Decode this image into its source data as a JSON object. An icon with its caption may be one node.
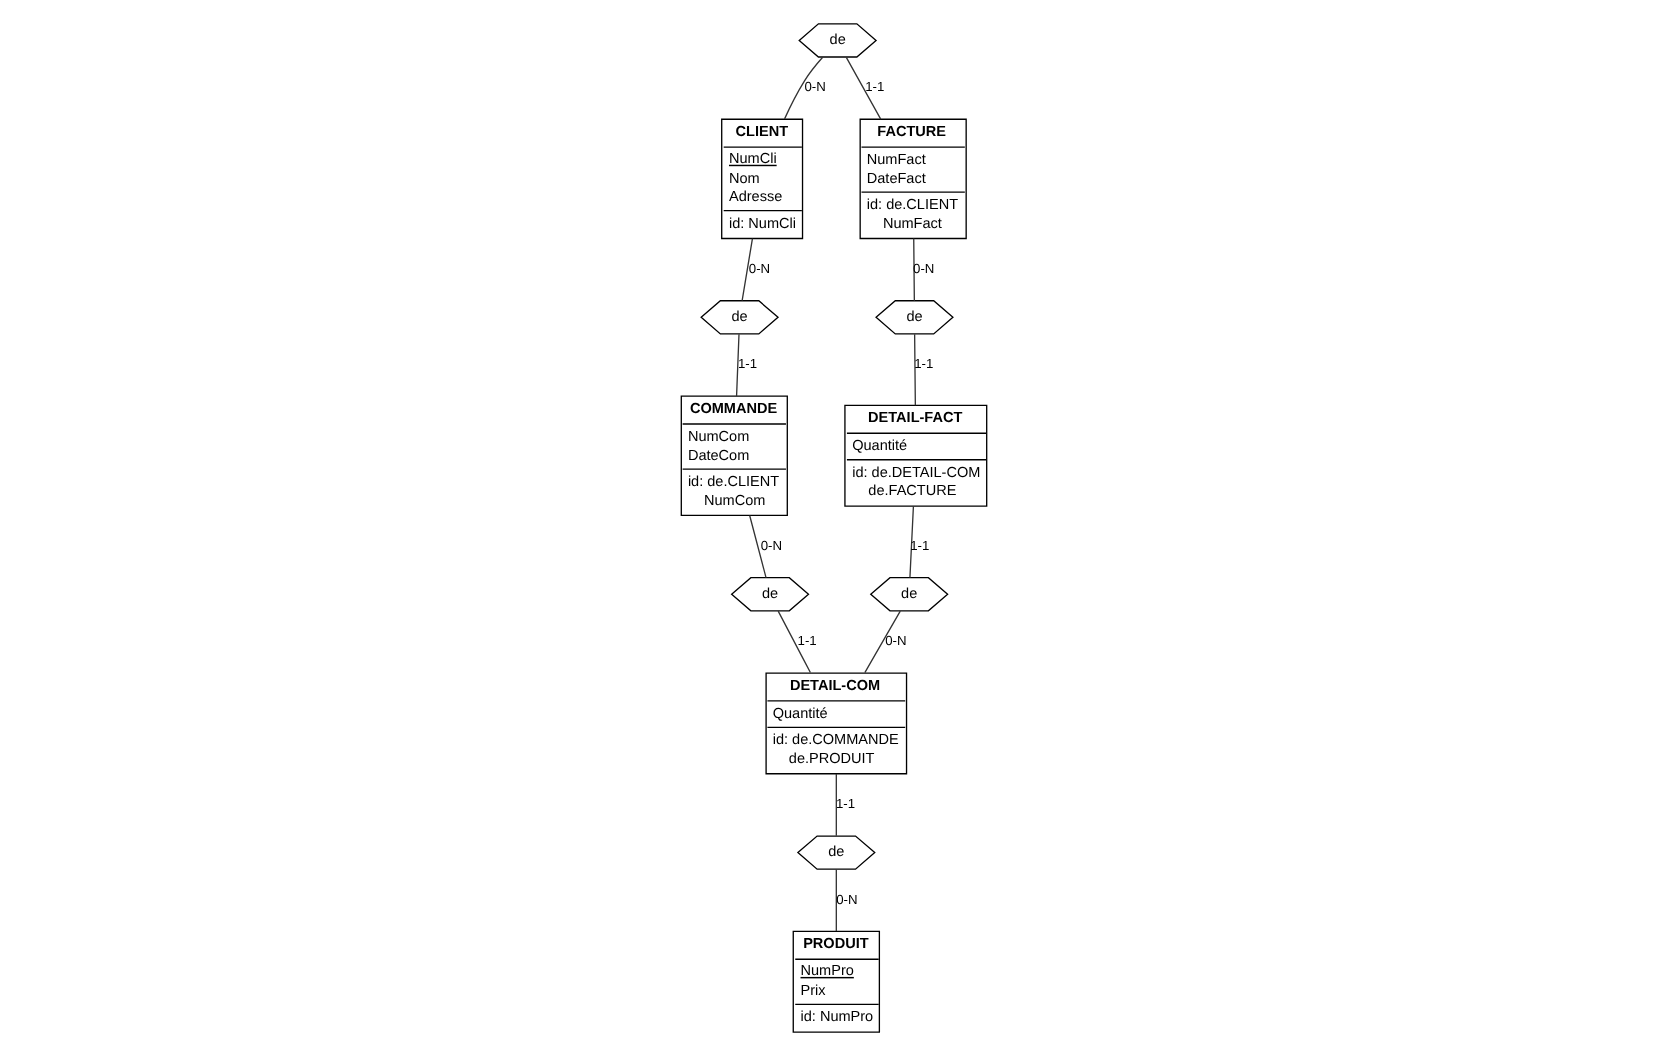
{
  "diagram": {
    "nodes": [
      {
        "text": [
          "CLIENT",
          "NumCli",
          "Nom",
          "Adresse",
          "id: NumCli"
        ]
      },
      {
        "text": [
          "de"
        ]
      },
      {
        "text": [
          "de"
        ]
      },
      {
        "text": [
          "FACTURE",
          "NumFact",
          "DateFact",
          "id: de.CLIENT",
          "NumFact"
        ]
      },
      {
        "text": [
          "COMMANDE",
          "NumCom",
          "DateCom",
          "id: de.CLIENT",
          "NumCom"
        ]
      },
      {
        "text": [
          "PRODUIT",
          "NumPro",
          "Prix",
          "id: NumPro"
        ]
      },
      {
        "text": [
          "DETAIL-COM",
          "Quantité",
          "id: de.COMMANDE",
          "de.PRODUIT"
        ]
      },
      {
        "text": [
          "de"
        ]
      },
      {
        "text": [
          "de"
        ]
      },
      {
        "text": [
          "DETAIL-FACT",
          "Quantité",
          "id: de.DETAIL-COM",
          "de.FACTURE"
        ]
      },
      {
        "text": [
          "de"
        ]
      },
      {
        "text": [
          "de"
        ]
      }
    ],
    "edges": [
      {
        "from": 1,
        "to": 0,
        "arrow": "none",
        "label": "0-N"
      },
      {
        "from": 1,
        "to": 3,
        "arrow": "none",
        "label": "1-1"
      },
      {
        "from": 0,
        "to": 2,
        "arrow": "none",
        "label": "0-N"
      },
      {
        "from": 2,
        "to": 4,
        "arrow": "none",
        "label": "1-1"
      },
      {
        "from": 4,
        "to": 7,
        "arrow": "none",
        "label": "0-N"
      },
      {
        "from": 7,
        "to": 6,
        "arrow": "none",
        "label": "1-1"
      },
      {
        "from": 6,
        "to": 8,
        "arrow": "none",
        "label": "1-1"
      },
      {
        "from": 8,
        "to": 5,
        "arrow": "none",
        "label": "0-N"
      },
      {
        "from": 3,
        "to": 10,
        "arrow": "none",
        "label": "0-N"
      },
      {
        "from": 10,
        "to": 9,
        "arrow": "none",
        "label": "1-1"
      },
      {
        "from": 9,
        "to": 11,
        "arrow": "none",
        "label": "1-1"
      },
      {
        "from": 11,
        "to": 6,
        "arrow": "none",
        "label": "0-N"
      }
    ]
  }
}
